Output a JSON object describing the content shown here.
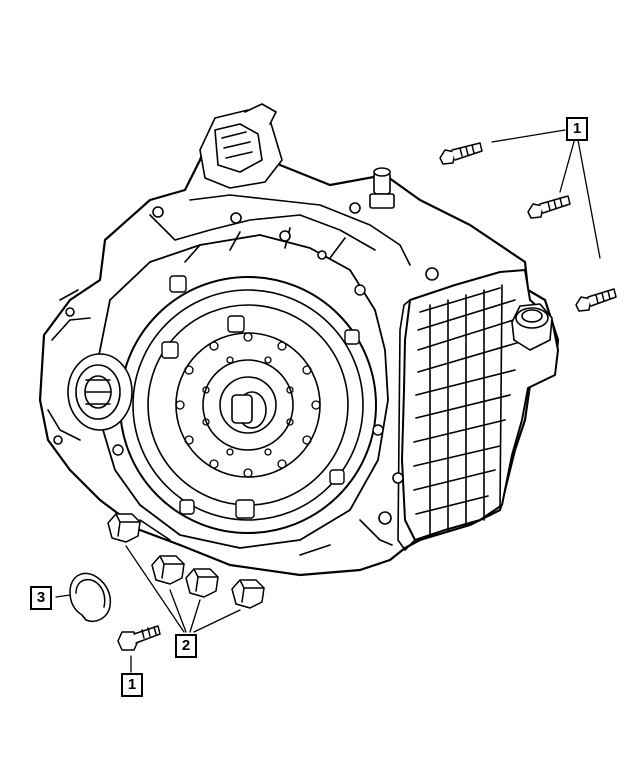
{
  "callouts": {
    "top_right": "1",
    "bottom": "1",
    "middle": "2",
    "left": "3"
  },
  "parts": {
    "transmission": "transmission-assembly",
    "bolts": "bolt",
    "plugs": "plug",
    "shield": "shield"
  },
  "colors": {
    "line": "#000000",
    "background": "#ffffff"
  }
}
